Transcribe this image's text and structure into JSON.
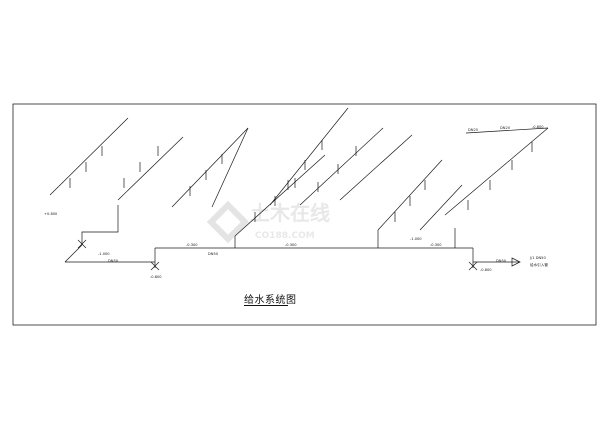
{
  "caption": "给水系统图",
  "watermark": {
    "cn": "土木在线",
    "en": "CO188.COM"
  },
  "colors": {
    "line": "#1a1a1a",
    "paper": "#ffffff",
    "watermark": "#d6d6d6"
  },
  "labels": {
    "tr_label_1": "DN25",
    "tr_label_2": "DN20",
    "tr_label_3": "-0.800",
    "left_elev": "+0.800",
    "main_elev_1": "-0.300",
    "main_elev_2": "-0.300",
    "main_elev_3": "-0.300",
    "inlet_elev": "-1.000",
    "inlet_dn": "DN50",
    "main_dn": "DN50",
    "right_elev": "-0.800",
    "right_dn": "DN50",
    "right_end": "J/1 DN50",
    "right_sub": "给水引入管",
    "lower_left_elev": "-0.800",
    "mid_elev": "-1.000"
  }
}
